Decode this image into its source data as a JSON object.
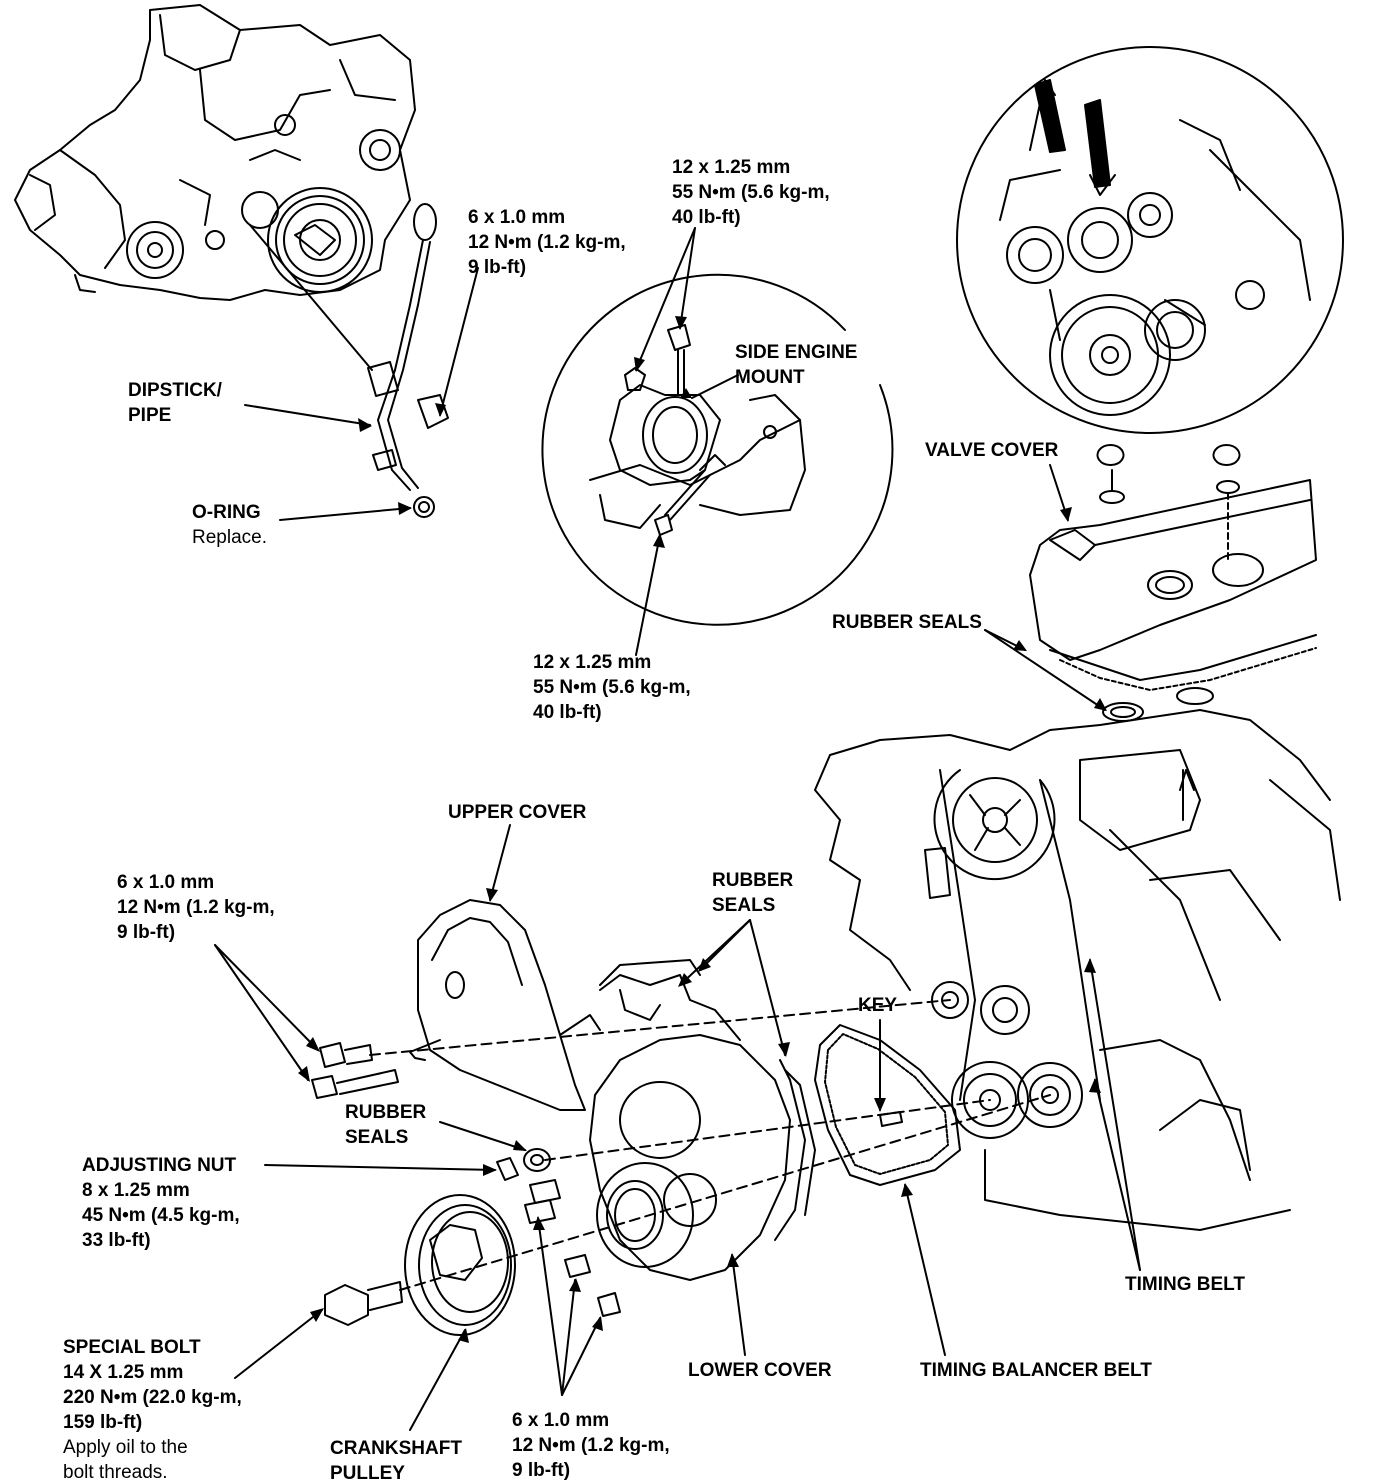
{
  "labels": {
    "dipstick": [
      "DIPSTICK/",
      "PIPE"
    ],
    "oring": [
      "O-RING"
    ],
    "oring_note": "Replace.",
    "bolt_dipstick": [
      "6 x 1.0 mm",
      "12 N•m (1.2 kg-m,",
      "9 lb-ft)"
    ],
    "bolt_mount_top": [
      "12 x 1.25 mm",
      "55 N•m (5.6 kg-m,",
      "40 lb-ft)"
    ],
    "side_engine_mount": [
      "SIDE ENGINE",
      "MOUNT"
    ],
    "bolt_mount_bottom": [
      "12 x 1.25 mm",
      "55 N•m (5.6 kg-m,",
      "40 lb-ft)"
    ],
    "valve_cover": [
      "VALVE COVER"
    ],
    "rubber_seals_valve": [
      "RUBBER SEALS"
    ],
    "upper_cover": [
      "UPPER COVER"
    ],
    "bolt_upper_cover": [
      "6 x 1.0 mm",
      "12 N•m (1.2 kg-m,",
      "9 lb-ft)"
    ],
    "rubber_seals_mid": [
      "RUBBER",
      "SEALS"
    ],
    "key": [
      "KEY"
    ],
    "rubber_seals_left": [
      "RUBBER",
      "SEALS"
    ],
    "adjusting_nut": [
      "ADJUSTING NUT",
      "8 x 1.25 mm",
      "45 N•m (4.5 kg-m,",
      "33 lb-ft)"
    ],
    "timing_belt": [
      "TIMING BELT"
    ],
    "lower_cover": [
      "LOWER COVER"
    ],
    "timing_balancer_belt": [
      "TIMING BALANCER BELT"
    ],
    "special_bolt": [
      "SPECIAL BOLT",
      "14 X 1.25 mm",
      "220 N•m (22.0 kg-m,",
      "159 lb-ft)"
    ],
    "special_bolt_note": [
      "Apply oil to the",
      "bolt threads."
    ],
    "crankshaft_pulley": [
      "CRANKSHAFT",
      "PULLEY"
    ],
    "bolt_lower_cover": [
      "6 x 1.0 mm",
      "12 N•m (1.2 kg-m,",
      "9 lb-ft)"
    ]
  }
}
